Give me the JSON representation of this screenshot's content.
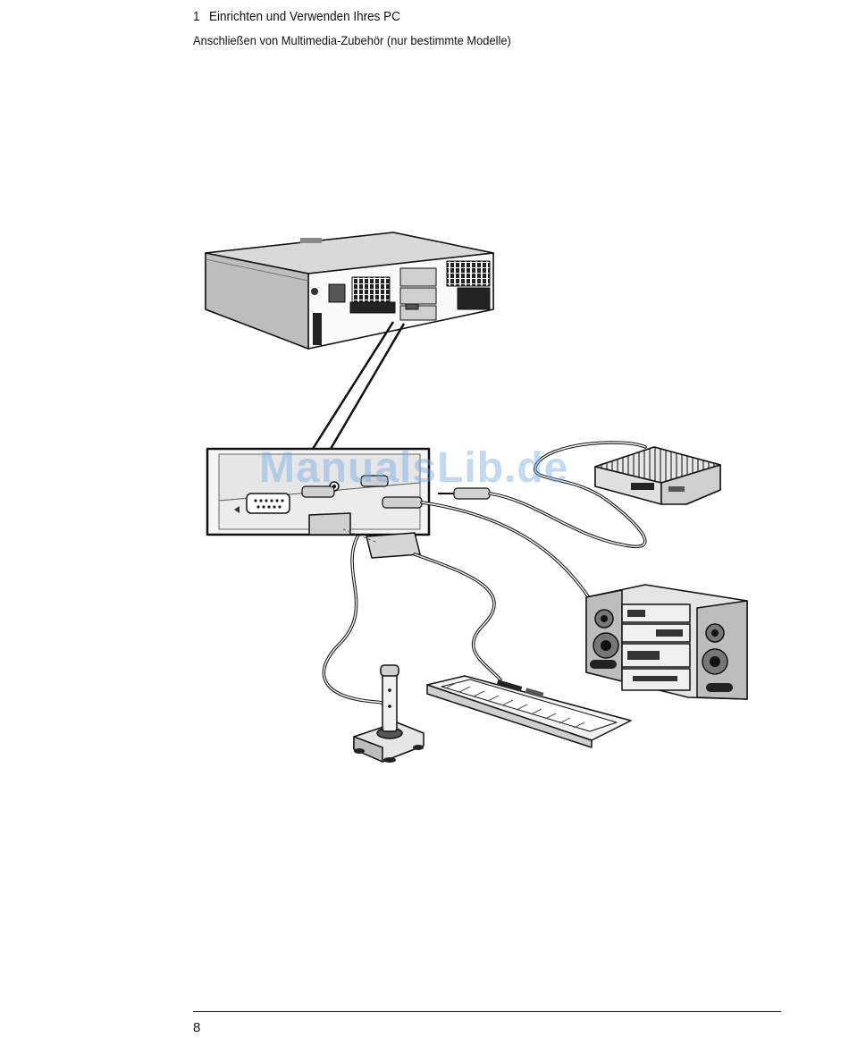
{
  "header": {
    "chapter_number": "1",
    "chapter_title": "Einrichten und Verwenden Ihres PC",
    "section_title": "Anschließen von Multimedia-Zubehör (nur bestimmte Modelle)"
  },
  "figure": {
    "watermark": "ManualsLib.de",
    "devices": [
      "pc-tower-icon",
      "connector-panel-icon",
      "cd-player-icon",
      "stereo-system-icon",
      "midi-keyboard-icon",
      "joystick-icon"
    ]
  },
  "footer": {
    "page_number": "8"
  }
}
